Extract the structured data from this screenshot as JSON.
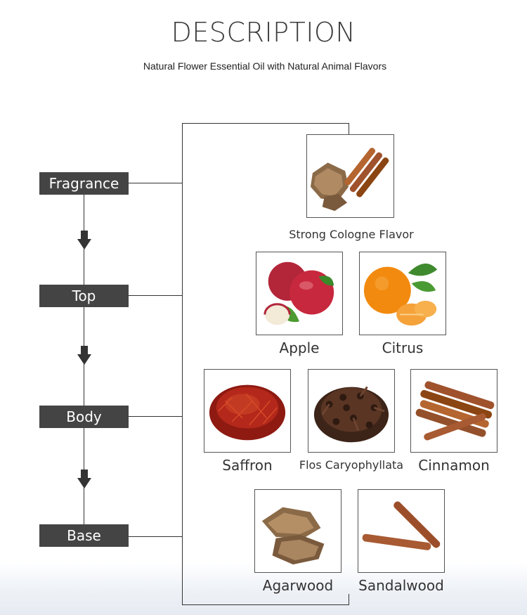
{
  "header": {
    "title": "DESCRIPTION",
    "subtitle": "Natural Flower Essential Oil with Natural Animal Flavors"
  },
  "stages": [
    {
      "label": "Fragrance"
    },
    {
      "label": "Top"
    },
    {
      "label": "Body"
    },
    {
      "label": "Base"
    }
  ],
  "items": {
    "fragrance": {
      "label": "Strong Cologne Flavor",
      "icon": "agarwood-cinnamon-image"
    },
    "apple": {
      "label": "Apple",
      "icon": "apple-image"
    },
    "citrus": {
      "label": "Citrus",
      "icon": "citrus-image"
    },
    "saffron": {
      "label": "Saffron",
      "icon": "saffron-image"
    },
    "clove": {
      "label": "Flos Caryophyllata",
      "icon": "clove-image"
    },
    "cinnamon": {
      "label": "Cinnamon",
      "icon": "cinnamon-image"
    },
    "agarwood": {
      "label": "Agarwood",
      "icon": "agarwood-image"
    },
    "sandalwood": {
      "label": "Sandalwood",
      "icon": "sandalwood-image"
    }
  },
  "colors": {
    "stage_bg": "#444444",
    "stage_text": "#ffffff",
    "line": "#333333"
  }
}
